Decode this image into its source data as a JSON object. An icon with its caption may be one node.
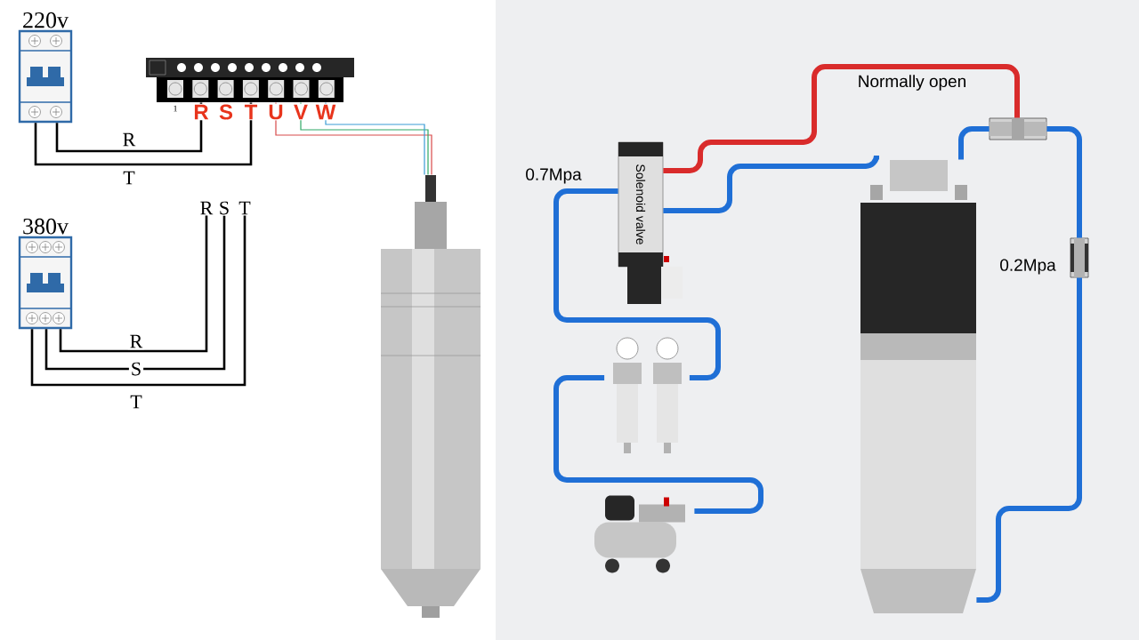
{
  "diagram": {
    "nodes": [
      {
        "text": [
          "220v"
        ]
      },
      {
        "text": [],
        "shape": "picture",
        "beside": [
          "1"
        ]
      },
      {
        "text": [],
        "shape": "picture"
      },
      {
        "text": [
          "380v"
        ]
      },
      {
        "text": [
          "Solenoid valve"
        ]
      },
      {
        "text": [],
        "shape": "picture"
      },
      {
        "text": [],
        "shape": "picture"
      },
      {
        "text": [],
        "shape": "picture"
      },
      {
        "text": [],
        "shape": "box"
      },
      {
        "text": [],
        "shape": "box"
      },
      {
        "text": [
          "R"
        ]
      },
      {
        "text": [
          "S"
        ]
      },
      {
        "text": [
          "T"
        ]
      }
    ],
    "edges": [
      {
        "from": 0,
        "to": 1,
        "arrow": "none",
        "label": "R",
        "color": "#000000"
      },
      {
        "from": 0,
        "to": 1,
        "arrow": "none",
        "label": "T",
        "color": "#000000"
      },
      {
        "from": 1,
        "to": 2,
        "arrow": "none",
        "color": "#d84a4a"
      },
      {
        "from": 1,
        "to": 2,
        "arrow": "none",
        "color": "#2fa866"
      },
      {
        "from": 1,
        "to": 2,
        "arrow": "none",
        "color": "#3a9bd5"
      },
      {
        "from": 3,
        "to": 10,
        "arrow": "none",
        "label": "R",
        "color": "#000000"
      },
      {
        "from": 3,
        "to": 11,
        "arrow": "none",
        "label": "S",
        "color": "#000000"
      },
      {
        "from": 3,
        "to": 12,
        "arrow": "none",
        "label": "T",
        "color": "#000000"
      },
      {
        "from": 6,
        "to": 5,
        "arrow": "none",
        "color": "#1f6fd6",
        "style": "thick"
      },
      {
        "from": 5,
        "to": 4,
        "arrow": "none",
        "color": "#1f6fd6",
        "style": "thick",
        "label": "0.7Mpa"
      },
      {
        "from": 4,
        "to": 8,
        "arrow": "none",
        "color": "#d92b2b",
        "style": "thick",
        "label": "Normally open"
      },
      {
        "from": 4,
        "to": 7,
        "arrow": "none",
        "color": "#1f6fd6",
        "style": "thick"
      },
      {
        "from": 8,
        "to": 7,
        "arrow": "none",
        "color": "#1f6fd6",
        "style": "thick"
      },
      {
        "from": 8,
        "to": 9,
        "arrow": "none",
        "color": "#1f6fd6",
        "style": "thick"
      },
      {
        "from": 9,
        "to": 7,
        "arrow": "none",
        "color": "#1f6fd6",
        "style": "thick",
        "label": "0.2Mpa"
      }
    ],
    "labels": [
      "R",
      "S",
      "T",
      "U",
      "V",
      "W"
    ]
  }
}
